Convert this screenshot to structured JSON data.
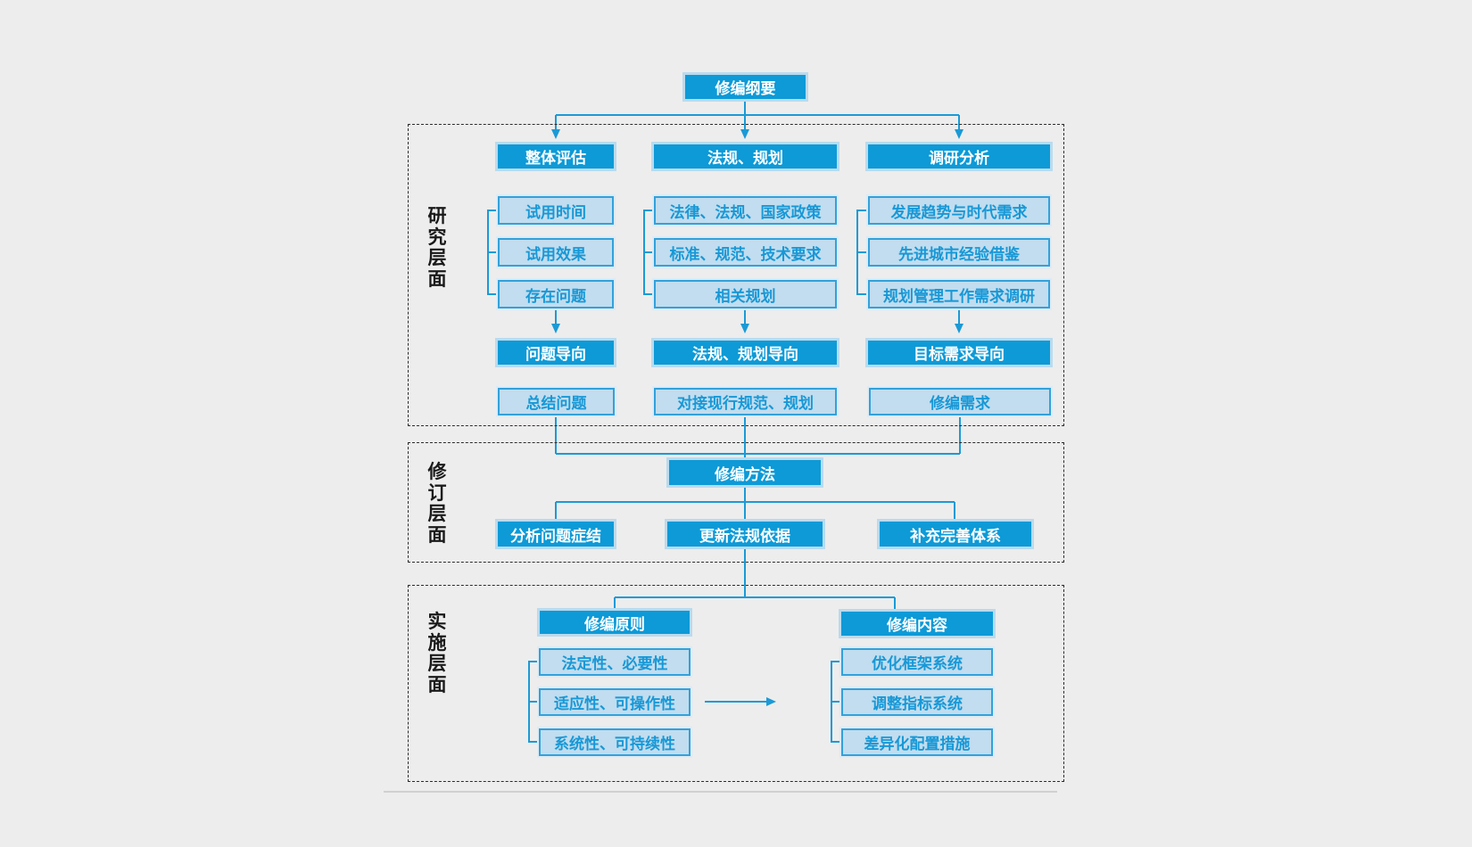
{
  "title_box": "修编纲要",
  "sections": {
    "research": {
      "label": "研究层面",
      "columns": [
        {
          "header": "整体评估",
          "items": [
            "试用时间",
            "试用效果",
            "存在问题"
          ],
          "orientation": "问题导向",
          "result": "总结问题"
        },
        {
          "header": "法规、规划",
          "items": [
            "法律、法规、国家政策",
            "标准、规范、技术要求",
            "相关规划"
          ],
          "orientation": "法规、规划导向",
          "result": "对接现行规范、规划"
        },
        {
          "header": "调研分析",
          "items": [
            "发展趋势与时代需求",
            "先进城市经验借鉴",
            "规划管理工作需求调研"
          ],
          "orientation": "目标需求导向",
          "result": "修编需求"
        }
      ]
    },
    "revision": {
      "label": "修订层面",
      "method": "修编方法",
      "actions": [
        "分析问题症结",
        "更新法规依据",
        "补充完善体系"
      ]
    },
    "implementation": {
      "label": "实施层面",
      "principles": {
        "header": "修编原则",
        "items": [
          "法定性、必要性",
          "适应性、可操作性",
          "系统性、可持续性"
        ]
      },
      "contents": {
        "header": "修编内容",
        "items": [
          "优化框架系统",
          "调整指标系统",
          "差异化配置措施"
        ]
      }
    }
  },
  "colors": {
    "solid_box_fill": "#0d9ad7",
    "light_box_fill": "#c1ddef",
    "light_box_border": "#33a1da",
    "connector_blue": "#1b9ad6",
    "halo_blue": "#b9dbee",
    "dashed_frame": "#2b2b2b",
    "background": "#ededed"
  }
}
